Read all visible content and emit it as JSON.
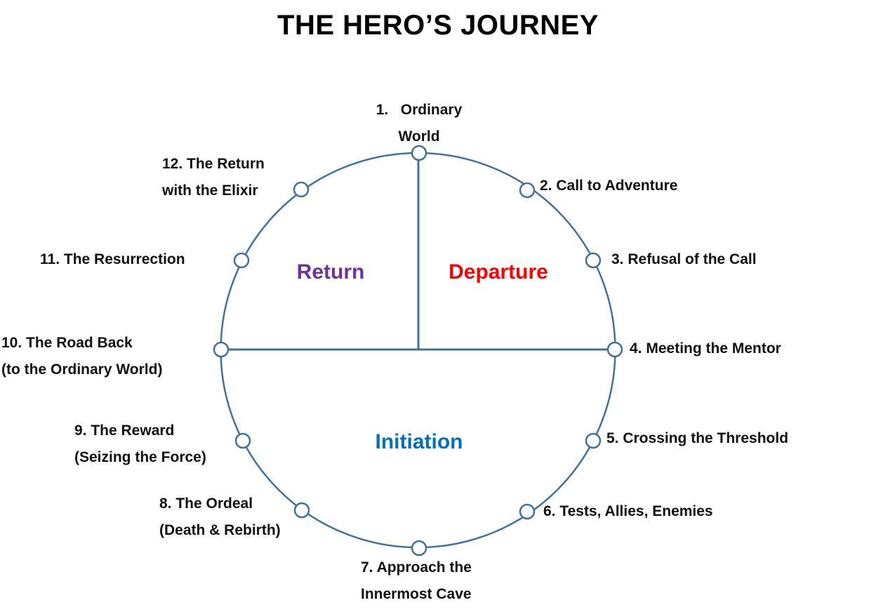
{
  "title": "THE HERO’S JOURNEY",
  "sections": {
    "return": {
      "label": "Return",
      "color": "#7030A0"
    },
    "departure": {
      "label": "Departure",
      "color": "#FF0000"
    },
    "initiation": {
      "label": "Initiation",
      "color": "#0070C0"
    }
  },
  "stages": [
    {
      "label": "1.   Ordinary\nWorld"
    },
    {
      "label": "2. Call to Adventure"
    },
    {
      "label": "3. Refusal of the Call"
    },
    {
      "label": "4. Meeting the Mentor"
    },
    {
      "label": "5. Crossing the Threshold"
    },
    {
      "label": "6. Tests, Allies, Enemies"
    },
    {
      "label": "7. Approach the\nInnermost Cave"
    },
    {
      "label": "8. The Ordeal\n(Death & Rebirth)"
    },
    {
      "label": "9. The Reward\n(Seizing the Force)"
    },
    {
      "label": "10. The Road Back\n(to the Ordinary World)"
    },
    {
      "label": "11. The Resurrection"
    },
    {
      "label": "12. The Return\nwith the Elixir"
    }
  ],
  "diagram": {
    "circle_color": "#41719C",
    "node_fill": "#FFFFFF",
    "text_color": "#111111"
  }
}
